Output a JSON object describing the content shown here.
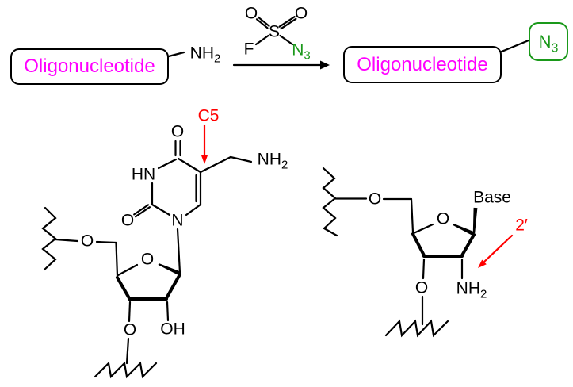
{
  "colors": {
    "magenta": "#ff00ff",
    "red": "#ff0000",
    "green": "#1a991a",
    "black": "#000000"
  },
  "scheme": {
    "reactant_label": "Oligonucleotide",
    "reactant_amine": {
      "main": "NH",
      "sub": "2"
    },
    "reagent": {
      "o_left": "O",
      "o_right": "O",
      "s": "S",
      "f": "F",
      "azide_main": "N",
      "azide_sub": "3"
    },
    "product_label": "Oligonucleotide",
    "product_azide": {
      "main": "N",
      "sub": "3"
    }
  },
  "left_structure": {
    "annotation": "C5",
    "carbonyl_top": "O",
    "imino": "HN",
    "carbonyl_left": "O",
    "n1": "N",
    "amine_main": "NH",
    "amine_sub": "2",
    "ring_o": "O",
    "o5": "O",
    "o3": "O",
    "hydroxyl": "OH"
  },
  "right_structure": {
    "annotation": "2′",
    "o5": "O",
    "ring_o": "O",
    "base": "Base",
    "amine_main": "NH",
    "amine_sub": "2",
    "o3": "O"
  }
}
